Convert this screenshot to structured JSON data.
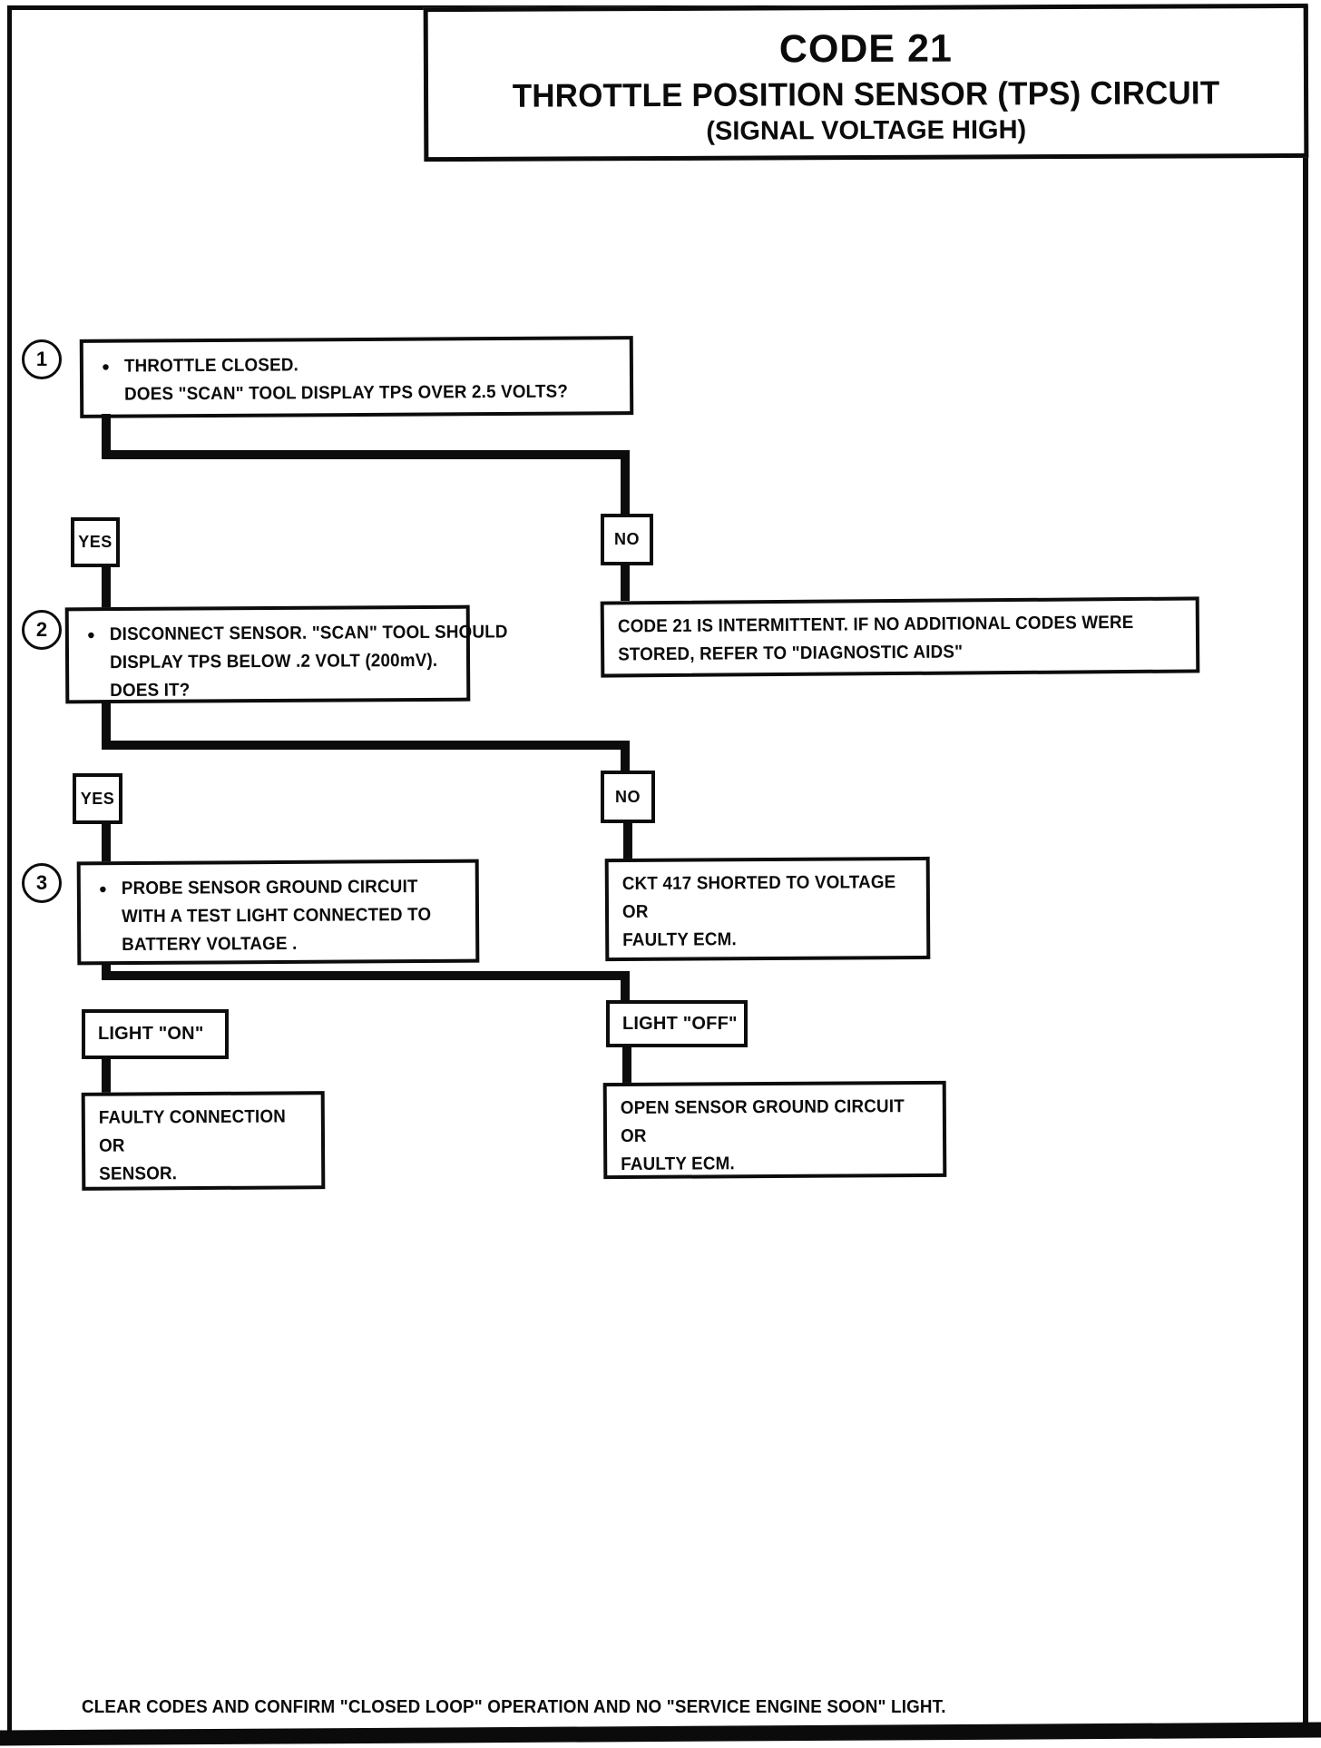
{
  "title": {
    "line1": "CODE 21",
    "line2": "THROTTLE POSITION SENSOR (TPS) CIRCUIT",
    "line3": "(SIGNAL VOLTAGE HIGH)"
  },
  "glyphs": {
    "bullet": "●"
  },
  "flowchart": {
    "step1": {
      "number": "1",
      "lines": [
        "THROTTLE CLOSED.",
        "DOES \"SCAN\" TOOL DISPLAY TPS OVER 2.5 VOLTS?"
      ]
    },
    "branch1": {
      "yes": "YES",
      "no": "NO"
    },
    "step2": {
      "number": "2",
      "lines": [
        "DISCONNECT SENSOR. \"SCAN\" TOOL SHOULD",
        "DISPLAY TPS BELOW .2 VOLT (200mV).",
        "DOES IT?"
      ]
    },
    "intermittent": {
      "lines": [
        "CODE 21 IS INTERMITTENT.  IF NO ADDITIONAL CODES WERE",
        "STORED, REFER TO  \"DIAGNOSTIC AIDS\""
      ]
    },
    "branch2": {
      "yes": "YES",
      "no": "NO"
    },
    "step3": {
      "number": "3",
      "lines": [
        "PROBE SENSOR GROUND CIRCUIT",
        "WITH A TEST LIGHT CONNECTED TO",
        "BATTERY VOLTAGE ."
      ]
    },
    "ckt417": {
      "lines": [
        "CKT 417 SHORTED TO VOLTAGE",
        "OR",
        "FAULTY ECM."
      ]
    },
    "branch3": {
      "on": "LIGHT \"ON\"",
      "off": "LIGHT \"OFF\""
    },
    "faulty_connection": {
      "lines": [
        "FAULTY CONNECTION",
        "OR",
        "SENSOR."
      ]
    },
    "open_ground": {
      "lines": [
        "OPEN SENSOR GROUND CIRCUIT",
        "OR",
        "FAULTY ECM."
      ]
    }
  },
  "footer": {
    "note": "CLEAR CODES AND CONFIRM \"CLOSED LOOP\"  OPERATION AND NO \"SERVICE ENGINE SOON\" LIGHT."
  }
}
